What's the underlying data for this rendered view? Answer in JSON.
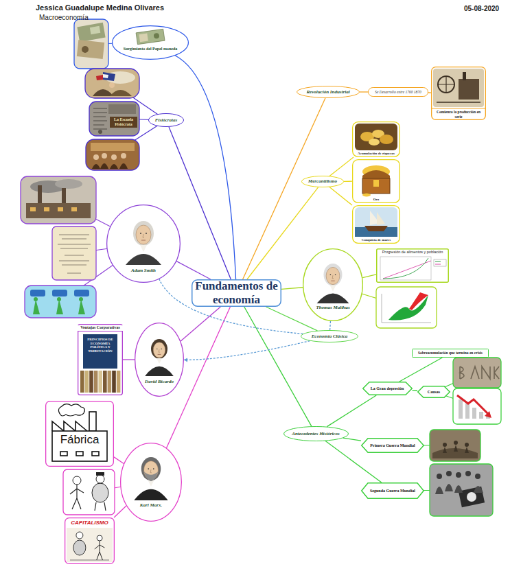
{
  "diagram": {
    "nodes": [
      {
        "text": [
          "Fundamentos de economía"
        ]
      },
      {
        "text": [
          "Surgimiento del Papel moneda"
        ]
      },
      {
        "text": [
          "Fisiócratas"
        ]
      },
      {
        "text": [
          "Adam Smith"
        ]
      },
      {
        "text": [
          "David Ricardo"
        ]
      },
      {
        "text": [
          "Ventajas Corporativas",
          "PRINCIPIOS DE ECONOMÍA POLÍTICA Y TRIBUTACIÓN"
        ]
      },
      {
        "text": [
          "Karl Marx."
        ]
      },
      {
        "text": [
          "Fábrica"
        ]
      },
      {
        "text": [
          "CAPITALISMO"
        ]
      },
      {
        "text": [
          "Revolución Industrial"
        ]
      },
      {
        "text": [
          "Se Desarrollo entre 1760 1870"
        ]
      },
      {
        "text": [
          "Comienza la producción en serie"
        ]
      },
      {
        "text": [
          "Mercantilismo"
        ]
      },
      {
        "text": [
          "Acumulación de riquezas"
        ]
      },
      {
        "text": [
          "Oro"
        ]
      },
      {
        "text": [
          "Conquista de mares"
        ]
      },
      {
        "text": [
          "Thomas Malthus"
        ]
      },
      {
        "text": [
          "Progresión de alimentos y población"
        ]
      },
      {
        "text": [
          "Economía Clásica"
        ]
      },
      {
        "text": [
          "Antecedentes Históricos"
        ]
      },
      {
        "text": [
          "La Gran depresión"
        ]
      },
      {
        "text": [
          "Sobreacumulación que termina en crisis"
        ]
      },
      {
        "text": [
          "Causas"
        ]
      },
      {
        "text": [
          "Primera Guerra Mundial"
        ]
      },
      {
        "text": [
          "Segunda Guerra Mundial"
        ]
      }
    ],
    "edges": [
      {
        "from": 0,
        "to": 1,
        "arrow": "none"
      },
      {
        "from": 0,
        "to": 2,
        "arrow": "none"
      },
      {
        "from": 0,
        "to": 3,
        "arrow": "none"
      },
      {
        "from": 0,
        "to": 4,
        "arrow": "none"
      },
      {
        "from": 0,
        "to": 6,
        "arrow": "none"
      },
      {
        "from": 0,
        "to": 9,
        "arrow": "none"
      },
      {
        "from": 0,
        "to": 12,
        "arrow": "none"
      },
      {
        "from": 0,
        "to": 16,
        "arrow": "none"
      },
      {
        "from": 0,
        "to": 18,
        "arrow": "none"
      },
      {
        "from": 0,
        "to": 19,
        "arrow": "none"
      },
      {
        "from": 4,
        "to": 5,
        "arrow": "none"
      },
      {
        "from": 6,
        "to": 7,
        "arrow": "none"
      },
      {
        "from": 6,
        "to": 8,
        "arrow": "none"
      },
      {
        "from": 9,
        "to": 10,
        "arrow": "none"
      },
      {
        "from": 10,
        "to": 11,
        "arrow": "none"
      },
      {
        "from": 12,
        "to": 13,
        "arrow": "none"
      },
      {
        "from": 12,
        "to": 14,
        "arrow": "none"
      },
      {
        "from": 12,
        "to": 15,
        "arrow": "none"
      },
      {
        "from": 16,
        "to": 17,
        "arrow": "none"
      },
      {
        "from": 19,
        "to": 20,
        "arrow": "none"
      },
      {
        "from": 19,
        "to": 23,
        "arrow": "none"
      },
      {
        "from": 19,
        "to": 24,
        "arrow": "none"
      },
      {
        "from": 20,
        "to": 21,
        "arrow": "none"
      },
      {
        "from": 20,
        "to": 22,
        "arrow": "none"
      },
      {
        "from": 18,
        "to": 3,
        "arrow": "none"
      },
      {
        "from": 18,
        "to": 4,
        "arrow": "to"
      },
      {
        "from": 18,
        "to": 16,
        "arrow": "none"
      }
    ],
    "labels": [
      "Jessica Guadalupe Medina Olivares",
      "Macroeconomía",
      "05-08-2020",
      "La Escuela Fisiócrata"
    ]
  }
}
